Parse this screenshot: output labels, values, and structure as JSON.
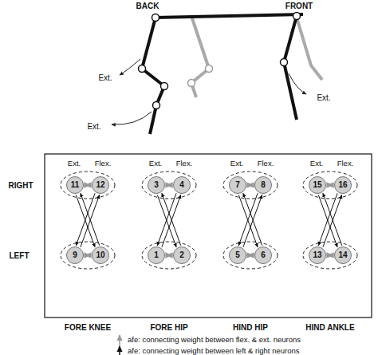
{
  "diagram": {
    "nodes": [
      {
        "text": [
          "11"
        ]
      },
      {
        "text": [
          "12"
        ]
      },
      {
        "text": [
          "3"
        ]
      },
      {
        "text": [
          "4"
        ]
      },
      {
        "text": [
          "7"
        ]
      },
      {
        "text": [
          "8"
        ]
      },
      {
        "text": [
          "15"
        ]
      },
      {
        "text": [
          "16"
        ]
      },
      {
        "text": [
          "9"
        ]
      },
      {
        "text": [
          "10"
        ]
      },
      {
        "text": [
          "1"
        ]
      },
      {
        "text": [
          "2"
        ]
      },
      {
        "text": [
          "5"
        ]
      },
      {
        "text": [
          "6"
        ]
      },
      {
        "text": [
          "13"
        ]
      },
      {
        "text": [
          "14"
        ]
      }
    ],
    "edges": [
      {
        "from": 0,
        "to": 1,
        "arrow": "both"
      },
      {
        "from": 8,
        "to": 9,
        "arrow": "both"
      },
      {
        "from": 0,
        "to": 9,
        "arrow": "to"
      },
      {
        "from": 9,
        "to": 0,
        "arrow": "to"
      },
      {
        "from": 1,
        "to": 8,
        "arrow": "to"
      },
      {
        "from": 8,
        "to": 1,
        "arrow": "to"
      },
      {
        "from": 2,
        "to": 3,
        "arrow": "both"
      },
      {
        "from": 10,
        "to": 11,
        "arrow": "both"
      },
      {
        "from": 2,
        "to": 11,
        "arrow": "to"
      },
      {
        "from": 11,
        "to": 2,
        "arrow": "to"
      },
      {
        "from": 3,
        "to": 10,
        "arrow": "to"
      },
      {
        "from": 10,
        "to": 3,
        "arrow": "to"
      },
      {
        "from": 4,
        "to": 5,
        "arrow": "both"
      },
      {
        "from": 12,
        "to": 13,
        "arrow": "both"
      },
      {
        "from": 4,
        "to": 13,
        "arrow": "to"
      },
      {
        "from": 13,
        "to": 4,
        "arrow": "to"
      },
      {
        "from": 5,
        "to": 12,
        "arrow": "to"
      },
      {
        "from": 12,
        "to": 5,
        "arrow": "to"
      },
      {
        "from": 6,
        "to": 7,
        "arrow": "both"
      },
      {
        "from": 14,
        "to": 15,
        "arrow": "both"
      },
      {
        "from": 6,
        "to": 15,
        "arrow": "to"
      },
      {
        "from": 15,
        "to": 6,
        "arrow": "to"
      },
      {
        "from": 7,
        "to": 14,
        "arrow": "to"
      },
      {
        "from": 14,
        "to": 7,
        "arrow": "to"
      }
    ],
    "labels": [
      "BACK",
      "FRONT",
      "Ext.",
      "Ext.",
      "Ext.",
      "RIGHT",
      "LEFT",
      "Ext.",
      "Flex.",
      "Ext.",
      "Flex.",
      "Ext.",
      "Flex.",
      "Ext.",
      "Flex.",
      "FORE KNEE",
      "FORE HIP",
      "HIND HIP",
      "HIND ANKLE"
    ],
    "legend": [
      {
        "text": "afe: connecting weight between flex. & ext. neurons"
      },
      {
        "text": "afe: connecting weight between left & right neurons"
      }
    ]
  }
}
